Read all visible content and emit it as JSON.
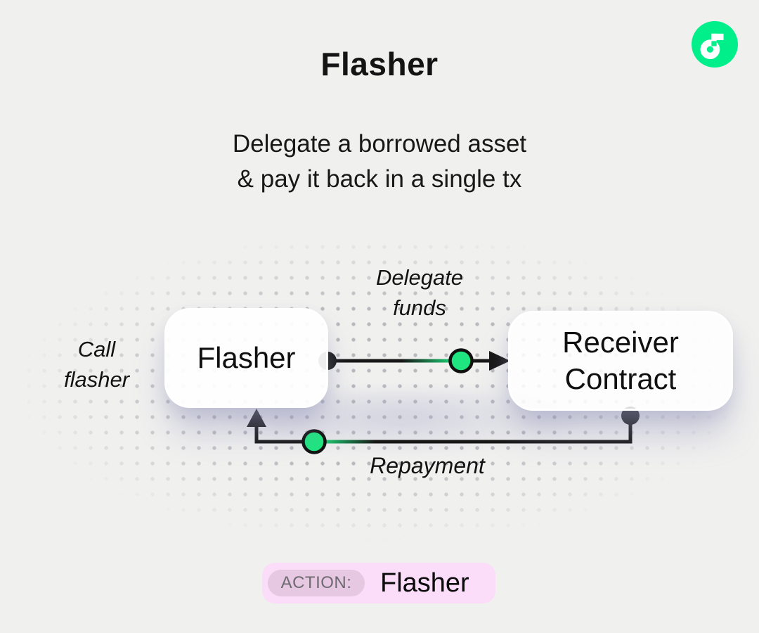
{
  "header": {
    "title": "Flasher",
    "subtitle_line1": "Delegate a borrowed asset",
    "subtitle_line2": "& pay it back in a single tx"
  },
  "logo": {
    "name": "flow-logo"
  },
  "diagram": {
    "nodes": [
      {
        "id": "flasher",
        "label": "Flasher"
      },
      {
        "id": "receiver-contract",
        "label_line1": "Receiver",
        "label_line2": "Contract"
      }
    ],
    "edges": [
      {
        "id": "call-flasher",
        "label_line1": "Call",
        "label_line2": "flasher"
      },
      {
        "id": "delegate-funds",
        "label_line1": "Delegate",
        "label_line2": "funds"
      },
      {
        "id": "repayment",
        "label": "Repayment"
      }
    ]
  },
  "action_badge": {
    "key": "ACTION:",
    "value": "Flasher"
  },
  "colors": {
    "background": "#F0F0EF",
    "accent_green": "#1EE57F",
    "logo_green": "#00EF8B",
    "line": "#161616",
    "badge_bg": "#FBDCF9",
    "badge_pill_bg": "#E6C8E2",
    "badge_pill_text": "#6F6A70",
    "dot": "#8C8C96"
  }
}
